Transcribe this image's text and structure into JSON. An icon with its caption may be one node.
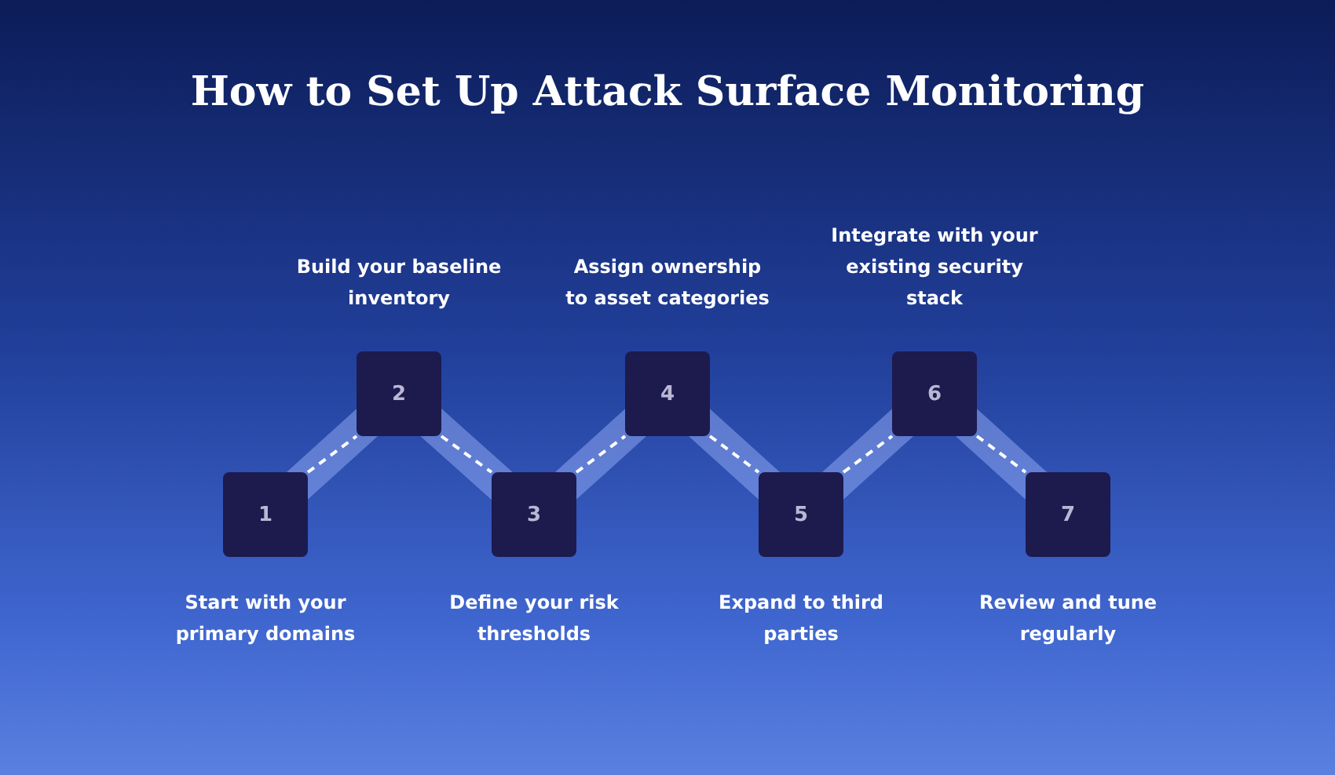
{
  "diagram": {
    "title": "How to Set Up Attack Surface Monitoring",
    "nodes": [
      {
        "text": [
          "1"
        ],
        "beside": [
          "Start with your primary domains"
        ]
      },
      {
        "text": [
          "2"
        ],
        "beside": [
          "Build your baseline inventory"
        ]
      },
      {
        "text": [
          "3"
        ],
        "beside": [
          "Define your risk thresholds"
        ]
      },
      {
        "text": [
          "4"
        ],
        "beside": [
          "Assign ownership to asset categories"
        ]
      },
      {
        "text": [
          "5"
        ],
        "beside": [
          "Expand to third parties"
        ]
      },
      {
        "text": [
          "6"
        ],
        "beside": [
          "Integrate with your existing security stack"
        ]
      },
      {
        "text": [
          "7"
        ],
        "beside": [
          "Review and tune regularly"
        ]
      }
    ],
    "edges": [
      {
        "from": 0,
        "to": 1,
        "arrow": "none",
        "style": "dashed"
      },
      {
        "from": 1,
        "to": 2,
        "arrow": "none",
        "style": "dashed"
      },
      {
        "from": 2,
        "to": 3,
        "arrow": "none",
        "style": "dashed"
      },
      {
        "from": 3,
        "to": 4,
        "arrow": "none",
        "style": "dashed"
      },
      {
        "from": 4,
        "to": 5,
        "arrow": "none",
        "style": "dashed"
      },
      {
        "from": 5,
        "to": 6,
        "arrow": "none",
        "style": "dashed"
      }
    ]
  }
}
